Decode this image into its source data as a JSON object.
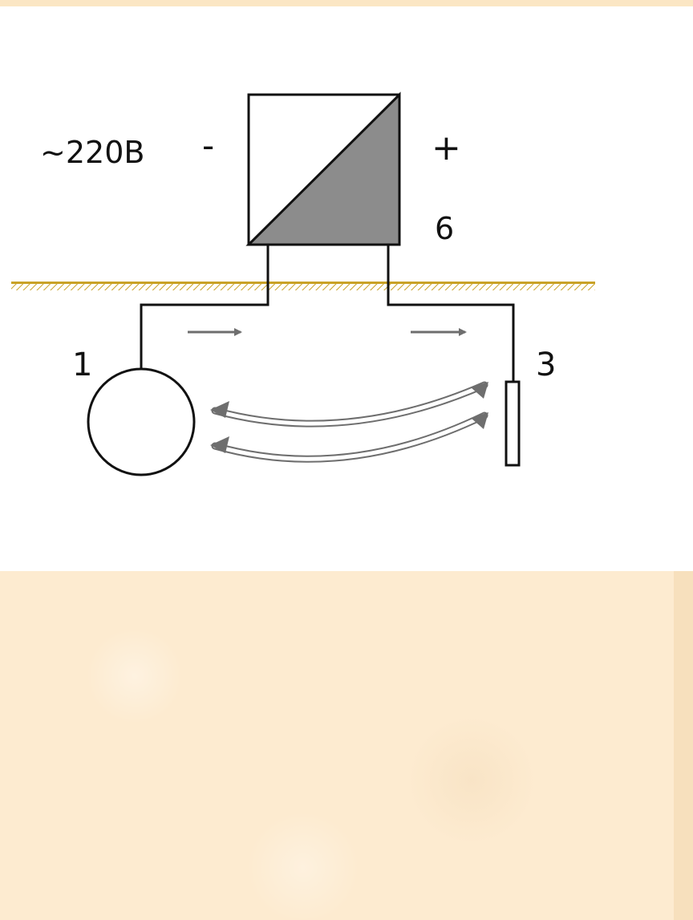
{
  "diagram": {
    "labels": {
      "voltage": "~220В",
      "minus": "-",
      "plus": "+",
      "converter": "6",
      "anode": "1",
      "electrode": "3"
    },
    "colors": {
      "ground": "#c9a227",
      "converter_fill": "#8c8c8c",
      "arrow": "#6e6e6e",
      "line": "#111111"
    }
  }
}
